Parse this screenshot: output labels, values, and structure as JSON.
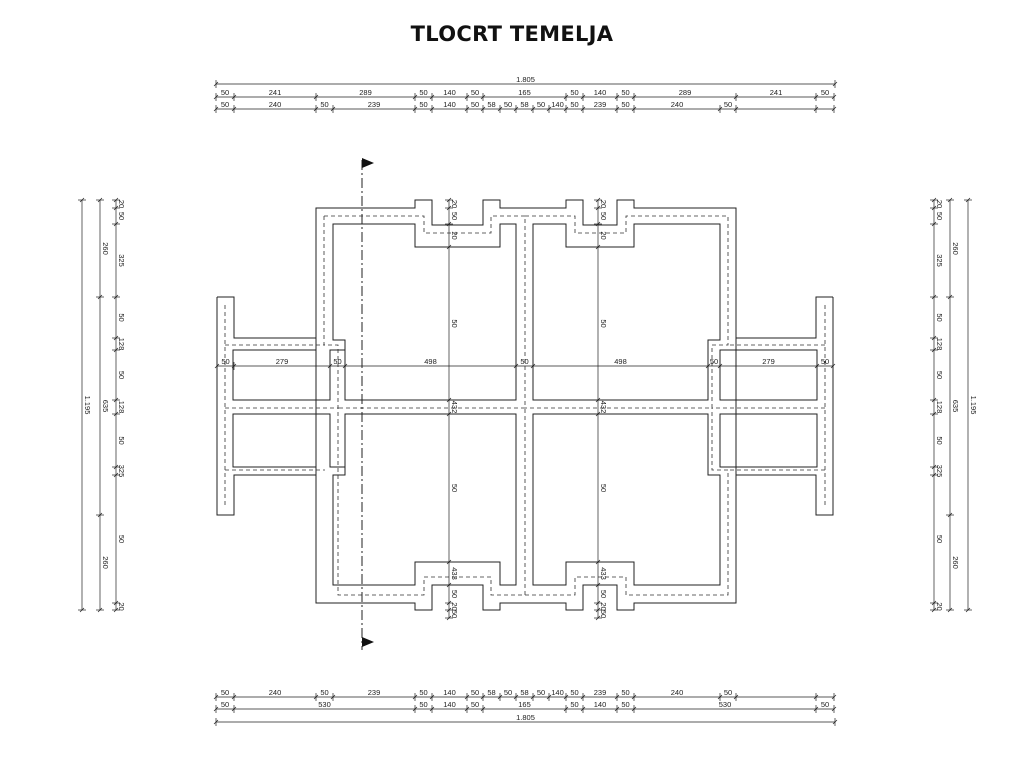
{
  "title": "TLOCRT TEMELJA",
  "dimensions": {
    "top_total": "1.805",
    "top_row1": [
      "50",
      "241",
      "289",
      "50",
      "140",
      "50",
      "165",
      "50",
      "140",
      "50",
      "289",
      "241",
      "50"
    ],
    "top_row2": [
      "50",
      "240",
      "50",
      "239",
      "50",
      "140",
      "50",
      "58",
      "50",
      "58",
      "50",
      "140",
      "50",
      "239",
      "50",
      "240",
      "50"
    ],
    "bottom_row1": [
      "50",
      "240",
      "50",
      "239",
      "50",
      "140",
      "50",
      "58",
      "50",
      "58",
      "50",
      "140",
      "50",
      "239",
      "50",
      "240",
      "50"
    ],
    "bottom_row2": [
      "50",
      "530",
      "50",
      "140",
      "50",
      "165",
      "50",
      "140",
      "50",
      "530",
      "50"
    ],
    "bottom_total": "1.805",
    "side_outer": "1.195",
    "side_middle": [
      "260",
      "635",
      "260"
    ],
    "side_inner": [
      "20",
      "50",
      "325",
      "50",
      "128",
      "50",
      "128",
      "50",
      "325",
      "50",
      "20"
    ],
    "interior_horizontal": [
      "50",
      "279",
      "50",
      "498",
      "50",
      "498",
      "50",
      "279",
      "50"
    ],
    "interior_vertical": [
      "20",
      "50",
      "20",
      "50",
      "432",
      "50",
      "433",
      "50",
      "20",
      "50",
      "20"
    ]
  },
  "colors": {
    "line": "#222222",
    "dash": "#333333"
  }
}
